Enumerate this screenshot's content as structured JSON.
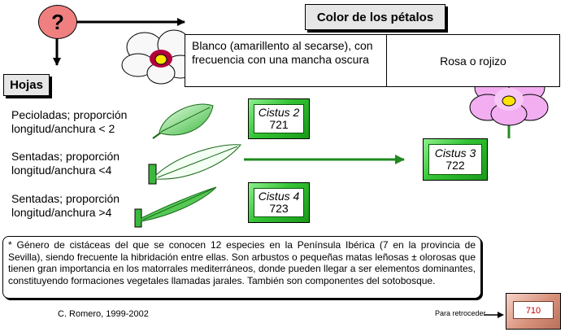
{
  "question_mark": "?",
  "titles": {
    "petal_color": "Color de los pétalos",
    "leaves": "Hojas"
  },
  "petal_options": [
    {
      "text": "Blanco (amarillento al secarse), con frecuencia con una mancha oscura"
    },
    {
      "text": "Rosa o rojizo"
    }
  ],
  "leaf_options": [
    {
      "text": "Pecioladas; proporción longitud/anchura < 2"
    },
    {
      "text": "Sentadas; proporción longitud/anchura <4"
    },
    {
      "text": "Sentadas; proporción longitud/anchura >4"
    }
  ],
  "species": [
    {
      "name": "Cistus 2",
      "number": "721"
    },
    {
      "name": "Cistus 3",
      "number": "722"
    },
    {
      "name": "Cistus 4",
      "number": "723"
    }
  ],
  "footnote": "* Género de cistáceas del que se conocen 12 especies en la Península Ibérica (7 en la provincia de Sevilla), siendo frecuente la hibridación entre ellas. Son arbustos o pequeñas matas leñosas ± olorosas que tienen gran importancia en los matorrales mediterráneos, donde pueden llegar a ser elementos dominantes, constituyendo formaciones vegetales llamadas jarales. También son componentes del sotobosque.",
  "credit": "C. Romero, 1999-2002",
  "back": {
    "label": "Para retroceder",
    "number": "710"
  },
  "colors": {
    "question_circle": "#f08080",
    "species_green": "#33c233",
    "arrow_green": "#1f8a1f",
    "white_flower": "#f8f8f8",
    "pink_flower": "#f2aef0",
    "flower_center": "#ffe400",
    "leaf_green": "#7edc7e"
  }
}
